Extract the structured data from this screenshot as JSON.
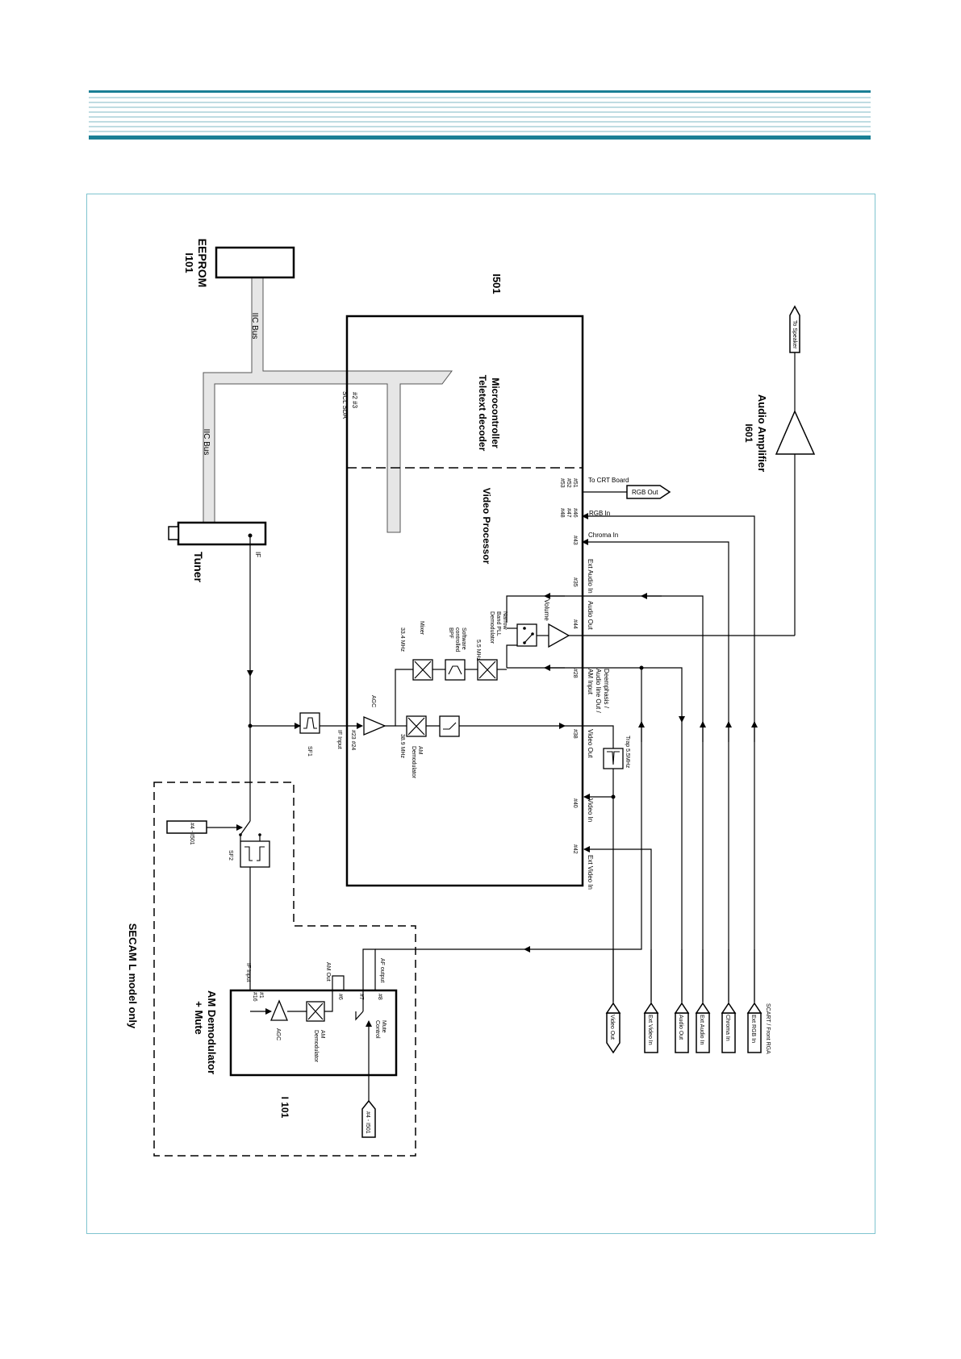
{
  "colors": {
    "header_accent": "#1a7f95",
    "header_line": "#7fb9c6",
    "frame_border": "#7fc4cf",
    "bus_fill": "#e6e6e6"
  },
  "blocks": {
    "eeprom": {
      "title": "EEPROM",
      "ref": "I101"
    },
    "tuner": {
      "title": "Tuner",
      "pin": "IF"
    },
    "main_ic": {
      "ref": "I501",
      "section_mcu": "Microcontroller",
      "section_ttx": "Teletext decoder",
      "section_video": "Video Processor"
    },
    "audio_amp": {
      "title": "Audio Amplifier",
      "ref": "I601"
    },
    "am_demod": {
      "title": "AM Demodulator",
      "title2": "+ Mute",
      "ref": "I 101"
    }
  },
  "buses": {
    "iic_top": "IIC Bus",
    "iic_left": "IIC Bus"
  },
  "pins": {
    "scl_sda_num": "#2 #3",
    "scl_sda": "SCL  SDA",
    "rgb_out_num1": "#51",
    "rgb_out_num2": "#52",
    "rgb_out_num3": "#53",
    "rgb_in_num1": "#46",
    "rgb_in_num2": "#47",
    "rgb_in_num3": "#48",
    "chroma_in_num": "#43",
    "ext_audio_in_num": "#35",
    "audio_out_num": "#44",
    "deemph_num": "#28",
    "if_input_num": "#23 #24",
    "video_out_num": "#38",
    "video_in_num": "#40",
    "ext_video_in_num": "#42"
  },
  "labels": {
    "to_crt_board": "To CRT Board",
    "rgb_out": "RGB Out",
    "rgb_in": "RGB In",
    "chroma_in": "Chroma In",
    "ext_audio_in": "Ext Audio In",
    "volume": "Volume",
    "audio_out": "Audio Out",
    "deemph1": "Deemphasis /",
    "deemph2": "Audio line Out /",
    "deemph3": "AM Input",
    "video_out": "Video Out",
    "video_in": "Video In",
    "ext_video_in": "Ext Video In",
    "trap": "Trap 5.5MHz",
    "narrow1": "Narrow",
    "narrow2": "Band PLL",
    "narrow3": "Demodulator",
    "freq_55": "5.5 MHz",
    "sw1": "Software",
    "sw2": "controlled",
    "sw3": "BPF",
    "mixer": "Mixer",
    "freq_334": "33.4 MHz",
    "agc": "AGC",
    "am_demod_inner1": "AM",
    "am_demod_inner2": "Demodulator",
    "freq_389": "38.9 MHz",
    "if_input": "IF Input",
    "sf1": "SF1",
    "sf2": "SF2",
    "sel_4_i501": "#4 - I501",
    "if_input2": "IF Input",
    "pin_16": "#1",
    "pin_16b": "#16",
    "agc2": "AGC",
    "am2_1": "AM",
    "am2_2": "Demodulator",
    "am_out": "AM Out",
    "pin_6": "#6",
    "af_output": "AF output",
    "pin_7": "#7",
    "pin_8": "#8",
    "mute1": "Mute",
    "mute2": "Control",
    "mute_src": "#4 - I501",
    "secam": "SECAM L model only",
    "to_speaker": "To Speaker"
  },
  "scart": {
    "caption": "SCART / Front RGA",
    "connectors": [
      "Video Out",
      "Ext Video In",
      "Audio Out",
      "Ext Audio In",
      "Chroma In",
      "Ext RGB In"
    ]
  }
}
